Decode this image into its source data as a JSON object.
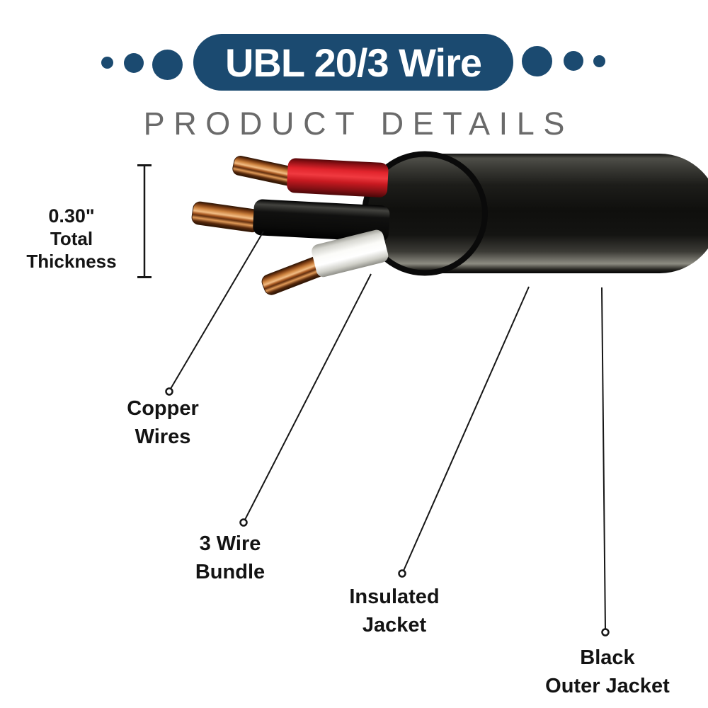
{
  "header": {
    "title": "UBL 20/3 Wire",
    "subtitle": "PRODUCT DETAILS",
    "accent_color": "#1b4a70",
    "subtitle_color": "#6a6a6a"
  },
  "measurement": {
    "value": "0.30\"",
    "label": "Total Thickness"
  },
  "callouts": [
    {
      "id": "copper-wires",
      "line1": "Copper",
      "line2": "Wires"
    },
    {
      "id": "three-wire-bundle",
      "line1": "3 Wire",
      "line2": "Bundle"
    },
    {
      "id": "insulated-jacket",
      "line1": "Insulated",
      "line2": "Jacket"
    },
    {
      "id": "black-outer-jacket",
      "line1": "Black",
      "line2": "Outer Jacket"
    }
  ],
  "diagram": {
    "subject": "flat black 20/3 electrical wire with red, black and white insulated copper conductors",
    "colors": {
      "copper": "#cf8440",
      "red_insulation": "#d92027",
      "black_insulation": "#121210",
      "white_insulation": "#f4f4f0",
      "outer_jacket": "#141412",
      "line": "#161616"
    }
  }
}
